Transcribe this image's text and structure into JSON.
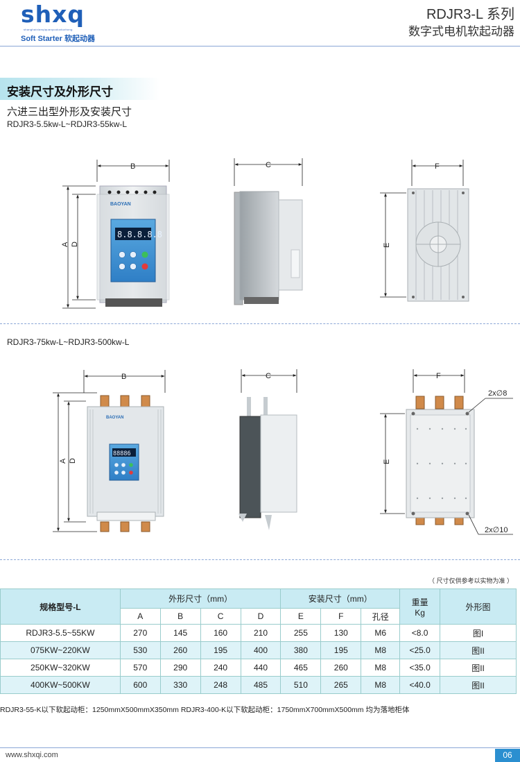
{
  "header": {
    "logo_text": "shxq",
    "logo_small": "shanghaixianqiquanyoukoduzhong",
    "logo_sub": "Soft Starter 软起动器",
    "series": "RDJR3-L 系列",
    "series_sub": "数字式电机软起动器"
  },
  "section": {
    "title": "安装尺寸及外形尺寸",
    "subtitle": "六进三出型外形及安装尺寸",
    "range1": "RDJR3-5.5kw-L~RDJR3-55kw-L",
    "range2": "RDJR3-75kw-L~RDJR3-500kw-L"
  },
  "drawings": {
    "dims": {
      "A": "A",
      "B": "B",
      "C": "C",
      "D": "D",
      "E": "E",
      "F": "F"
    },
    "brand": "BAOYAN",
    "display1": "8.8.8.8.8",
    "display2": "88886",
    "hole_top": "2x∅8",
    "hole_bottom": "2x∅10"
  },
  "table": {
    "note": "（ 尺寸仅供参考以实物为准 ）",
    "h_model": "规格型号-L",
    "h_outer": "外形尺寸（mm）",
    "h_install": "安装尺寸（mm）",
    "h_weight": "重量",
    "h_weight_unit": "Kg",
    "h_figure": "外形图",
    "h_A": "A",
    "h_B": "B",
    "h_C": "C",
    "h_D": "D",
    "h_E": "E",
    "h_F": "F",
    "h_hole": "孔径",
    "rows": [
      {
        "model": "RDJR3-5.5~55KW",
        "A": "270",
        "B": "145",
        "C": "160",
        "D": "210",
        "E": "255",
        "F": "130",
        "hole": "M6",
        "weight": "<8.0",
        "fig": "图I"
      },
      {
        "model": "075KW~220KW",
        "A": "530",
        "B": "260",
        "C": "195",
        "D": "400",
        "E": "380",
        "F": "195",
        "hole": "M8",
        "weight": "<25.0",
        "fig": "图II"
      },
      {
        "model": "250KW~320KW",
        "A": "570",
        "B": "290",
        "C": "240",
        "D": "440",
        "E": "465",
        "F": "260",
        "hole": "M8",
        "weight": "<35.0",
        "fig": "图II"
      },
      {
        "model": "400KW~500KW",
        "A": "600",
        "B": "330",
        "C": "248",
        "D": "485",
        "E": "510",
        "F": "265",
        "hole": "M8",
        "weight": "<40.0",
        "fig": "图II"
      }
    ]
  },
  "footnote": "RDJR3-55-K以下软起动柜：1250mmX500mmX350mm     RDJR3-400-K以下软起动柜：1750mmX700mmX500mm 均为落地柜体",
  "footer": {
    "site": "www.shxqi.com",
    "page": "06"
  }
}
